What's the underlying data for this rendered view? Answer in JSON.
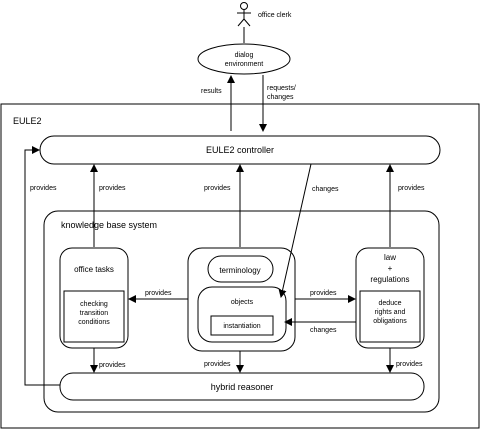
{
  "actor": {
    "label": "office clerk"
  },
  "dialog": {
    "line1": "dialog",
    "line2": "environment"
  },
  "edges": {
    "results": "results",
    "requests": "requests/",
    "changes_top": "changes",
    "provides": "provides",
    "changes": "changes"
  },
  "system": {
    "title": "EULE2"
  },
  "controller": {
    "label": "EULE2 controller"
  },
  "kbs": {
    "title": "knowledge base system"
  },
  "office_tasks": {
    "title": "office tasks",
    "inner_line1": "checking",
    "inner_line2": "transition",
    "inner_line3": "conditions"
  },
  "terminology": {
    "label": "terminology"
  },
  "objects": {
    "label": "objects",
    "instantiation": "instantiation"
  },
  "law": {
    "title_line1": "law",
    "title_line2": "+",
    "title_line3": "regulations",
    "inner_line1": "deduce",
    "inner_line2": "rights and",
    "inner_line3": "obligations"
  },
  "reasoner": {
    "label": "hybrid reasoner"
  }
}
